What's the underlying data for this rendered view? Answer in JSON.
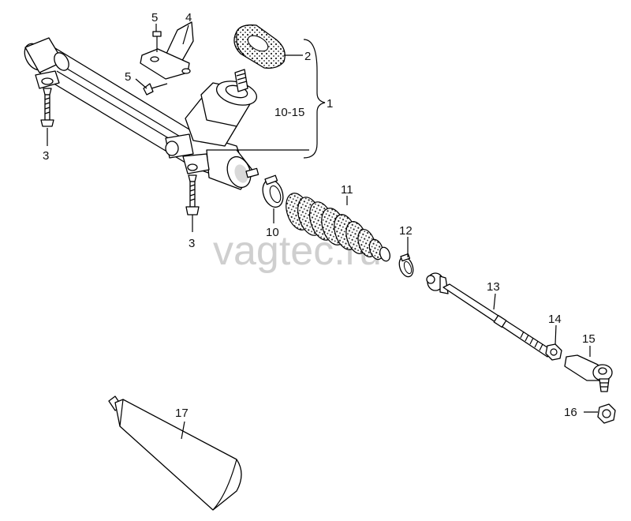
{
  "watermark": "vagtec.ru",
  "callouts": {
    "c1": "1",
    "c2": "2",
    "c3a": "3",
    "c3b": "3",
    "c4": "4",
    "c5a": "5",
    "c5b": "5",
    "c10": "10",
    "c10_15": "10-15",
    "c11": "11",
    "c12": "12",
    "c13": "13",
    "c14": "14",
    "c15": "15",
    "c16": "16",
    "c17": "17"
  }
}
